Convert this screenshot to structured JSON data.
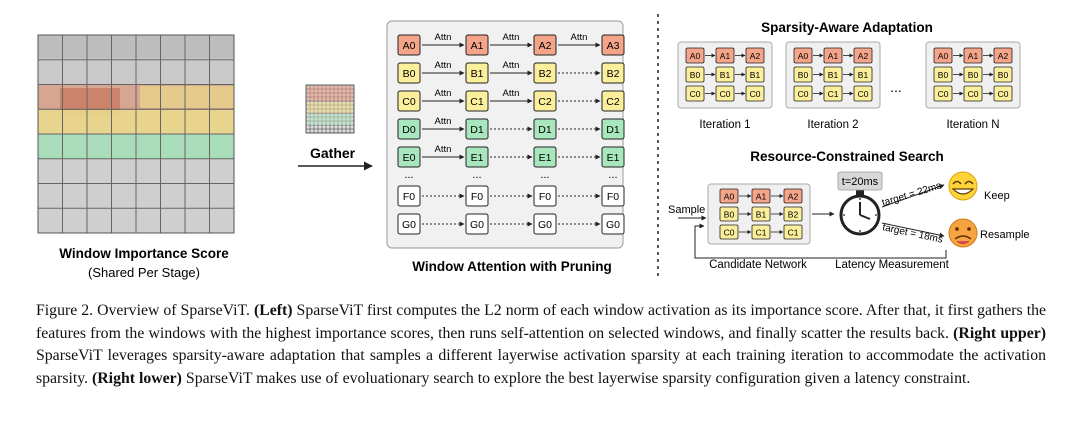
{
  "left_panel": {
    "title": "Window Importance Score",
    "subtitle": "(Shared Per Stage)",
    "gather_label": "Gather"
  },
  "pruning_panel": {
    "title": "Window Attention with Pruning",
    "attn_label": "Attn",
    "ellipsis": "...",
    "columns": [
      [
        "A0",
        "B0",
        "C0",
        "D0",
        "E0",
        "F0",
        "G0"
      ],
      [
        "A1",
        "B1",
        "C1",
        "D1",
        "E1",
        "F0",
        "G0"
      ],
      [
        "A2",
        "B2",
        "C2",
        "D1",
        "E1",
        "F0",
        "G0"
      ],
      [
        "A3",
        "B2",
        "C2",
        "D1",
        "E1",
        "F0",
        "G0"
      ]
    ]
  },
  "adaptation": {
    "title": "Sparsity-Aware Adaptation",
    "iterations": [
      {
        "label": "Iteration 1",
        "rows": [
          [
            "A0",
            "A1",
            "A2"
          ],
          [
            "B0",
            "B1",
            "B1"
          ],
          [
            "C0",
            "C0",
            "C0"
          ]
        ]
      },
      {
        "label": "Iteration 2",
        "rows": [
          [
            "A0",
            "A1",
            "A2"
          ],
          [
            "B0",
            "B1",
            "B1"
          ],
          [
            "C0",
            "C1",
            "C0"
          ]
        ]
      },
      {
        "label": "Iteration N",
        "rows": [
          [
            "A0",
            "A1",
            "A2"
          ],
          [
            "B0",
            "B0",
            "B0"
          ],
          [
            "C0",
            "C0",
            "C0"
          ]
        ]
      }
    ],
    "dots": "..."
  },
  "search": {
    "title": "Resource-Constrained Search",
    "sample_label": "Sample",
    "candidate_label": "Candidate Network",
    "latency_label": "Latency Measurement",
    "timer_value": "t=20ms",
    "keep_condition": "target = 22ms",
    "resample_condition": "target = 18ms",
    "keep_label": "Keep",
    "resample_label": "Resample",
    "candidate_rows": [
      [
        "A0",
        "A1",
        "A2"
      ],
      [
        "B0",
        "B1",
        "B2"
      ],
      [
        "C0",
        "C1",
        "C1"
      ]
    ]
  },
  "colors": {
    "A": "#f4a489",
    "B": "#fbef9b",
    "C": "#fbef9b",
    "D": "#a8e6bd",
    "E": "#a8e6bd",
    "F": "#ffffff",
    "G": "#ffffff",
    "panel_bg": "#f0f0f0"
  },
  "caption": {
    "lead": "Figure 2. Overview of SparseViT. ",
    "left_bold": "(Left)",
    "left_text": " SparseViT first computes the L2 norm of each window activation as its importance score. After that, it first gathers the features from the windows with the highest importance scores, then runs self-attention on selected windows, and finally scatter the results back. ",
    "right_upper_bold": "(Right upper)",
    "right_upper_text": " SparseViT leverages sparsity-aware adaptation that samples a different layerwise activation sparsity at each training iteration to accommodate the activation sparsity. ",
    "right_lower_bold": "(Right lower)",
    "right_lower_text": " SparseViT makes use of evoluationary search to explore the best layerwise sparsity configuration given a latency constraint."
  }
}
